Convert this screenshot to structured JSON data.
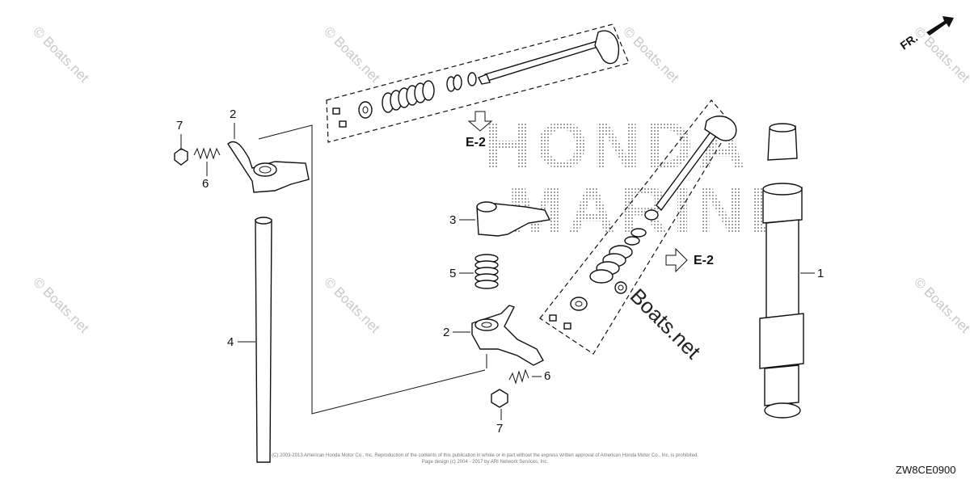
{
  "diagram": {
    "callouts": [
      {
        "id": "c7a",
        "label": "7"
      },
      {
        "id": "c2a",
        "label": "2"
      },
      {
        "id": "c6a",
        "label": "6"
      },
      {
        "id": "c3",
        "label": "3"
      },
      {
        "id": "c5",
        "label": "5"
      },
      {
        "id": "c2b",
        "label": "2"
      },
      {
        "id": "c6b",
        "label": "6"
      },
      {
        "id": "c7b",
        "label": "7"
      },
      {
        "id": "c4",
        "label": "4"
      },
      {
        "id": "c1",
        "label": "1"
      }
    ],
    "reference_labels": [
      "E-2",
      "E-2"
    ],
    "direction_label": "FR.",
    "diagram_code": "ZW8CE0900",
    "background_brand_lines": [
      "HONDA",
      "MARINE"
    ],
    "watermark_text": "© Boats.net",
    "watermark_large": "Boats.net",
    "copyright_lines": [
      "(C) 2003-2013 American Honda Motor Co., Inc. Reproduction of the contents of this publication in whole or in part without the express written approval of American Honda Motor Co., Inc. is prohibited.",
      "Page design (c) 2004 - 2017 by ARI Network Services, Inc."
    ]
  },
  "colors": {
    "line": "#111111",
    "watermark": "#c9c9c9",
    "brand_dots": "#9a9a9a"
  }
}
